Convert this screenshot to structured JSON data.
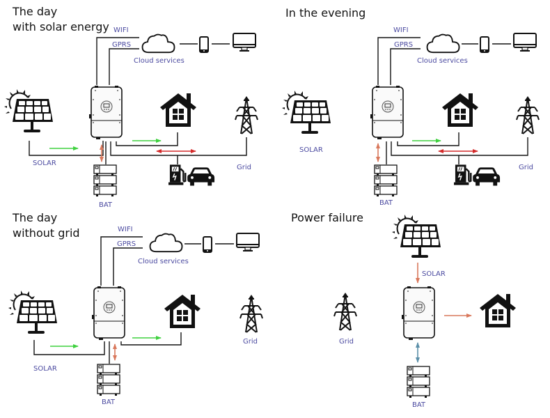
{
  "colors": {
    "green_arrow": "#3fd13f",
    "red_arrow": "#d42a2a",
    "orange_arrow": "#d9785c",
    "blue_arrow": "#5b8fa8",
    "label": "#4b4aa0",
    "title": "#111111"
  },
  "panels": [
    {
      "id": "day-solar",
      "title_lines": [
        "The day",
        "with solar energy"
      ],
      "labels": {
        "wifi": "WIFI",
        "gprs": "GPRS",
        "cloud": "Cloud services",
        "solar": "SOLAR",
        "bat": "BAT",
        "grid": "Grid"
      },
      "flows": [
        "solar->inverter (green)",
        "inverter->house (green)",
        "inverter<->grid (red, bidirectional)",
        "inverter<->battery (orange, bidirectional)"
      ]
    },
    {
      "id": "evening",
      "title_lines": [
        "In the evening"
      ],
      "labels": {
        "wifi": "WIFI",
        "gprs": "GPRS",
        "cloud": "Cloud services",
        "solar": "SOLAR",
        "bat": "BAT",
        "grid": "Grid"
      },
      "flows": [
        "inverter->house (green)",
        "inverter<->grid (red, bidirectional)",
        "inverter<->battery (orange, bidirectional)"
      ]
    },
    {
      "id": "day-no-grid",
      "title_lines": [
        "The day",
        "without grid"
      ],
      "labels": {
        "wifi": "WIFI",
        "gprs": "GPRS",
        "cloud": "Cloud services",
        "solar": "SOLAR",
        "bat": "BAT",
        "grid": "Grid"
      },
      "flows": [
        "solar->inverter (green)",
        "inverter->house (green)",
        "inverter<->battery (orange, bidirectional)"
      ]
    },
    {
      "id": "power-failure",
      "title_lines": [
        "Power failure"
      ],
      "labels": {
        "solar": "SOLAR",
        "bat": "BAT",
        "grid": "Grid"
      },
      "flows": [
        "solar->inverter (orange)",
        "inverter->house (orange)",
        "inverter<->battery (blue, bidirectional)"
      ]
    }
  ]
}
